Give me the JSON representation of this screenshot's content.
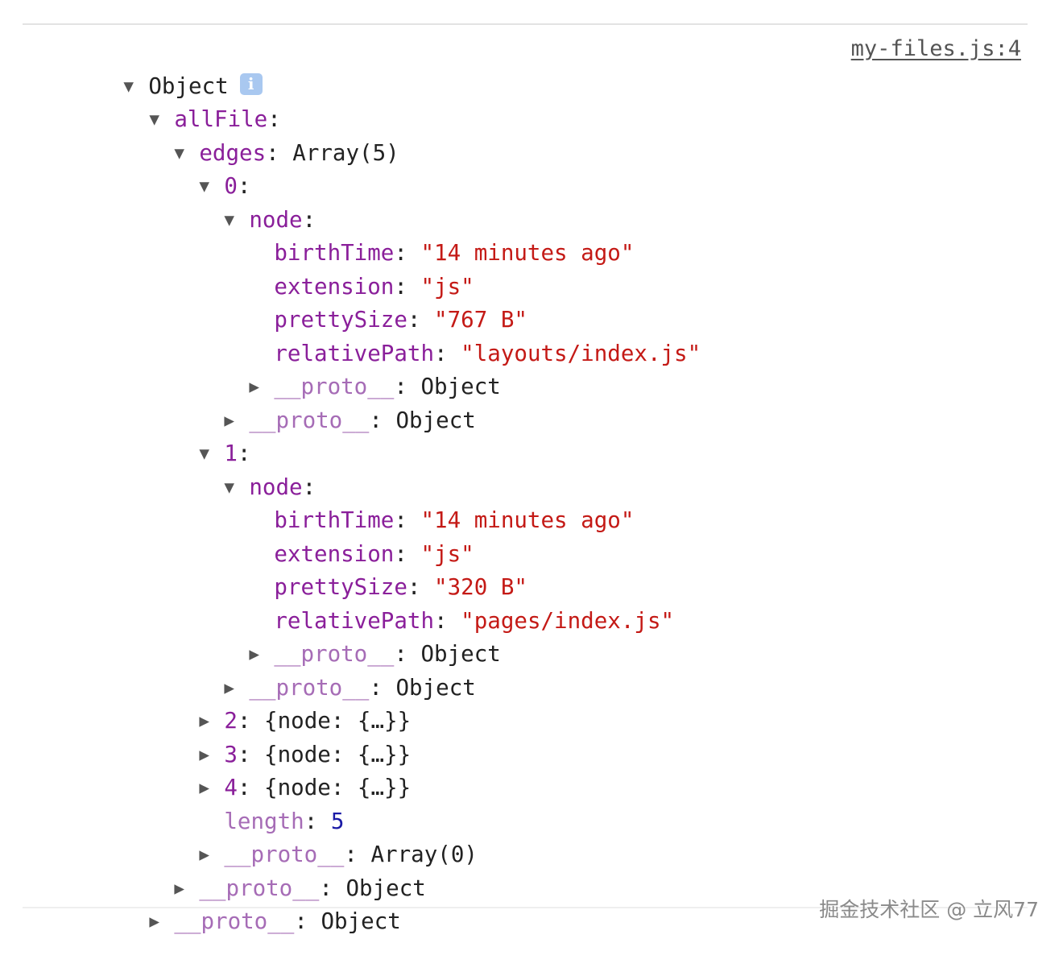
{
  "source_link": "my-files.js:4",
  "info_badge": "i",
  "watermark": "掘金技术社区 @ 立风77",
  "tree": {
    "root": "Object",
    "allFile_key": "allFile",
    "edges_key": "edges",
    "edges_value": "Array(5)",
    "proto_key": "__proto__",
    "object_type": "Object",
    "array0_type": "Array(0)",
    "items": [
      {
        "index": "0",
        "node_key": "node",
        "fields": {
          "birthTime": "\"14 minutes ago\"",
          "extension": "\"js\"",
          "prettySize": "\"767 B\"",
          "relativePath": "\"layouts/index.js\""
        }
      },
      {
        "index": "1",
        "node_key": "node",
        "fields": {
          "birthTime": "\"14 minutes ago\"",
          "extension": "\"js\"",
          "prettySize": "\"320 B\"",
          "relativePath": "\"pages/index.js\""
        }
      }
    ],
    "collapsed": [
      {
        "index": "2",
        "preview": "{node: {…}}"
      },
      {
        "index": "3",
        "preview": "{node: {…}}"
      },
      {
        "index": "4",
        "preview": "{node: {…}}"
      }
    ],
    "field_keys": [
      "birthTime",
      "extension",
      "prettySize",
      "relativePath"
    ],
    "length_key": "length",
    "length_value": "5"
  },
  "icons": {
    "expanded": "triangle-down-icon",
    "collapsed": "triangle-right-icon"
  }
}
